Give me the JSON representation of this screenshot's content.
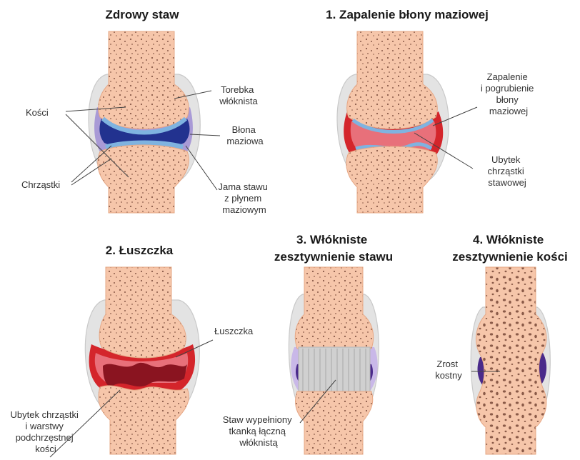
{
  "colors": {
    "bone": "#f6c6aa",
    "bone_pore": "#8a5a48",
    "capsule": "#e3e3e3",
    "capsule_edge": "#c9c9c9",
    "synovium": "#a99ad6",
    "cartilage": "#7fb3e0",
    "cavity": "#22328f",
    "inflamed": "#d4252b",
    "inflamed_light": "#e8707a",
    "fibrous": "#d0d0d0",
    "leader": "#444444"
  },
  "panels": {
    "healthy": {
      "title": "Zdrowy staw",
      "labels": {
        "bones": "Kości",
        "capsule": [
          "Torebka",
          "włóknista"
        ],
        "synovial_membrane": [
          "Błona",
          "maziowa"
        ],
        "cartilage": "Chrząstki",
        "joint_cavity": [
          "Jama stawu",
          "z płynem",
          "maziowym"
        ]
      }
    },
    "synovitis": {
      "title": "1. Zapalenie błony maziowej",
      "labels": {
        "inflammation": [
          "Zapalenie",
          "i pogrubienie",
          "błony",
          "maziowej"
        ],
        "cartilage_loss": [
          "Ubytek",
          "chrząstki",
          "stawowej"
        ]
      }
    },
    "pannus": {
      "title": "2. Łuszczka",
      "labels": {
        "pannus": "Łuszczka",
        "erosion": [
          "Ubytek chrząstki",
          "i warstwy",
          "podchrzęstnej",
          "kości"
        ]
      }
    },
    "fibrous_ankylosis": {
      "title": [
        "3. Włókniste",
        "zesztywnienie stawu"
      ],
      "labels": {
        "fibrous_tissue": [
          "Staw wypełniony",
          "tkanką łączną",
          "włóknistą"
        ]
      }
    },
    "bony_ankylosis": {
      "title": [
        "4. Włókniste",
        "zesztywnienie kości"
      ],
      "labels": {
        "bony_fusion": [
          "Zrost",
          "kostny"
        ]
      }
    }
  }
}
